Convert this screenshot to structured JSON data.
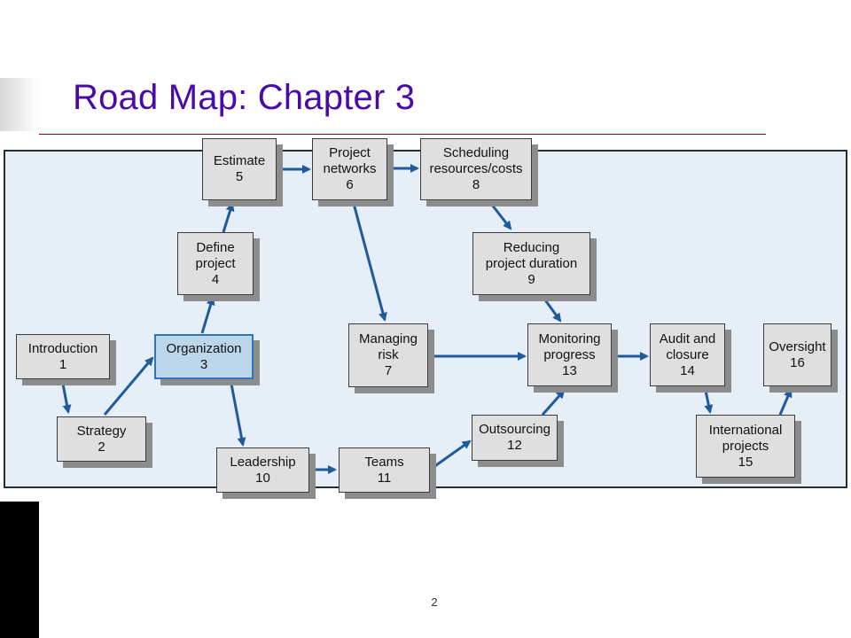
{
  "slide": {
    "title": "Road Map: Chapter 3",
    "page_number": "2"
  },
  "colors": {
    "title": "#4a0aa8",
    "arrow": "#1f5b9c",
    "highlight_fill": "#bcd6ec",
    "box_fill": "#dfdfdf",
    "diagram_background": "#e6eef7"
  },
  "nodes": {
    "introduction": "Introduction\n1",
    "strategy": "Strategy\n2",
    "organization": "Organization\n3",
    "define_project": "Define\nproject\n4",
    "estimate": "Estimate\n5",
    "project_networks": "Project\nnetworks\n6",
    "managing_risk": "Managing\nrisk\n7",
    "scheduling": "Scheduling\nresources/costs\n8",
    "reducing_duration": "Reducing\nproject duration\n9",
    "leadership": "Leadership\n10",
    "teams": "Teams\n11",
    "outsourcing": "Outsourcing\n12",
    "monitoring": "Monitoring\nprogress\n13",
    "audit": "Audit and\nclosure\n14",
    "international": "International\nprojects\n15",
    "oversight": "Oversight\n16"
  },
  "highlighted_node": "organization"
}
